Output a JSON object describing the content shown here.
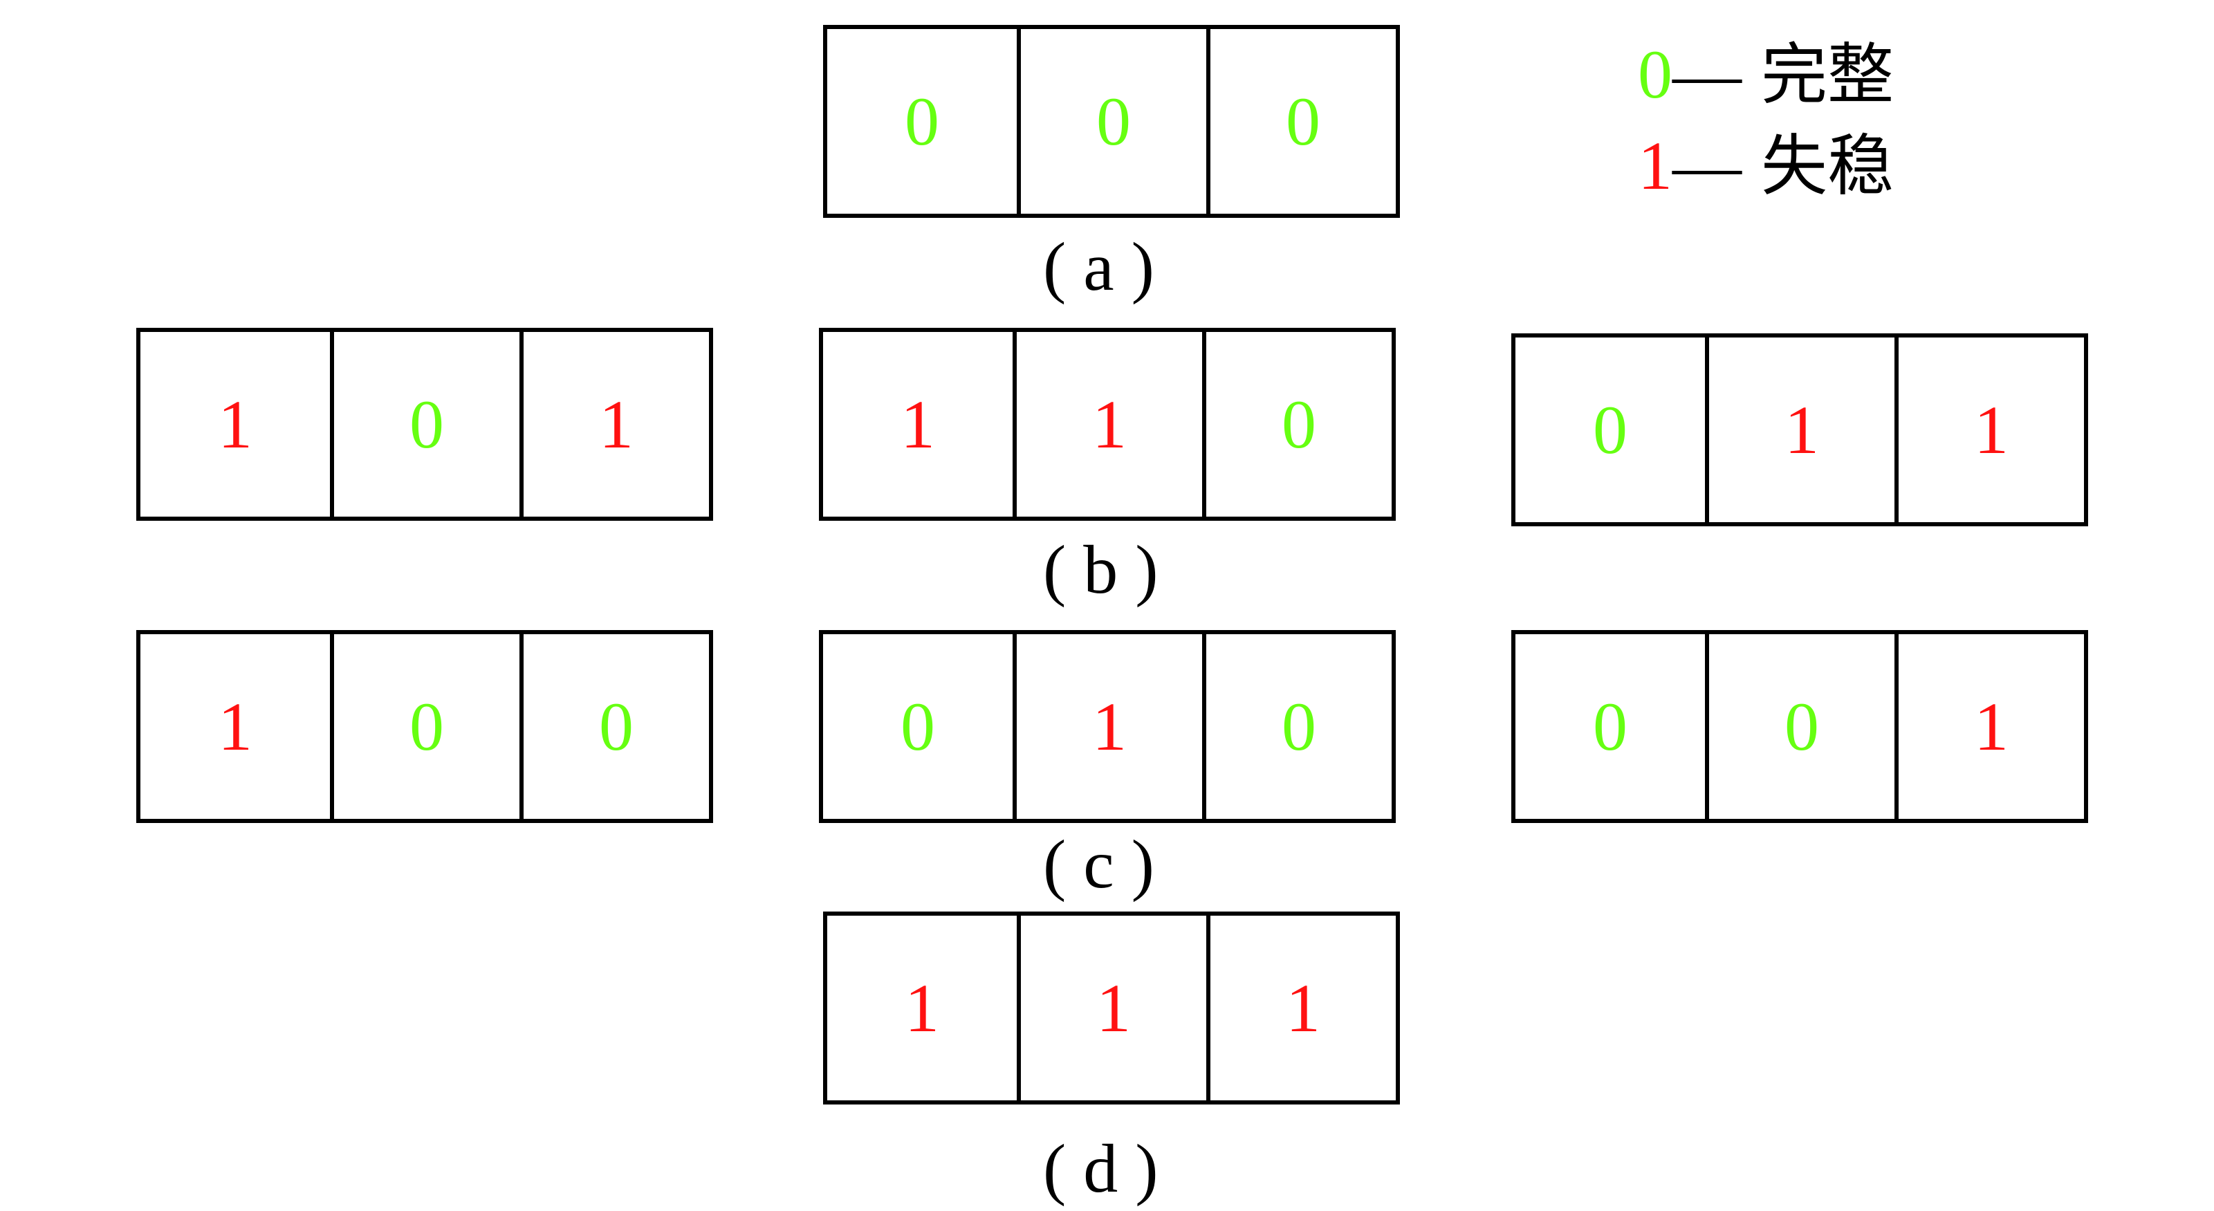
{
  "colors": {
    "intact": "#66ff11",
    "unstable": "#ff1111",
    "line": "#000000"
  },
  "legend": [
    {
      "value": "0",
      "dash": "—",
      "text": "完整",
      "color": "#66ff11"
    },
    {
      "value": "1",
      "dash": "—",
      "text": "失稳",
      "color": "#ff1111"
    }
  ],
  "groups": [
    {
      "caption": "( a )",
      "rows": [
        [
          "0",
          "0",
          "0"
        ]
      ]
    },
    {
      "caption": "( b )",
      "rows": [
        [
          "1",
          "0",
          "1"
        ],
        [
          "1",
          "1",
          "0"
        ],
        [
          "0",
          "1",
          "1"
        ]
      ]
    },
    {
      "caption": "( c )",
      "rows": [
        [
          "1",
          "0",
          "0"
        ],
        [
          "0",
          "1",
          "0"
        ],
        [
          "0",
          "0",
          "1"
        ]
      ]
    },
    {
      "caption": "( d )",
      "rows": [
        [
          "1",
          "1",
          "1"
        ]
      ]
    }
  ]
}
